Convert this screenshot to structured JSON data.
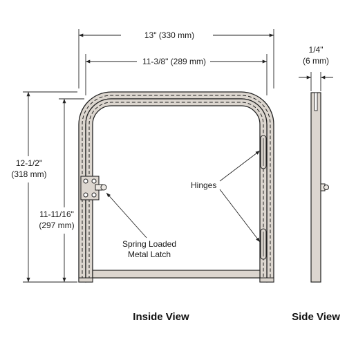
{
  "dimensions": {
    "outer_width": "13\" (330 mm)",
    "inner_width": "11-3/8\" (289 mm)",
    "outer_height_line1": "12-1/2\"",
    "outer_height_line2": "(318 mm)",
    "inner_height_line1": "11-11/16\"",
    "inner_height_line2": "(297 mm)",
    "thickness_line1": "1/4\"",
    "thickness_line2": "(6 mm)"
  },
  "callouts": {
    "hinges": "Hinges",
    "latch_line1": "Spring Loaded",
    "latch_line2": "Metal Latch"
  },
  "views": {
    "inside": "Inside View",
    "side": "Side View"
  },
  "colors": {
    "frame_fill": "#dcd6cf",
    "line": "#222222",
    "background": "#ffffff"
  }
}
